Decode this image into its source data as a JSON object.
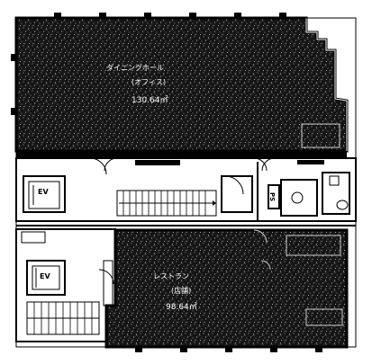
{
  "plan": {
    "upper_room": {
      "name": "ダイニングホール",
      "grade": "(オフィス)",
      "area": "130.64㎡"
    },
    "lower_room": {
      "name": "レストラン",
      "grade": "(店舗)",
      "area": "98.64㎡"
    },
    "upper_elevator": "EV",
    "lower_elevator": "EV",
    "pipe_shaft": "PS"
  }
}
